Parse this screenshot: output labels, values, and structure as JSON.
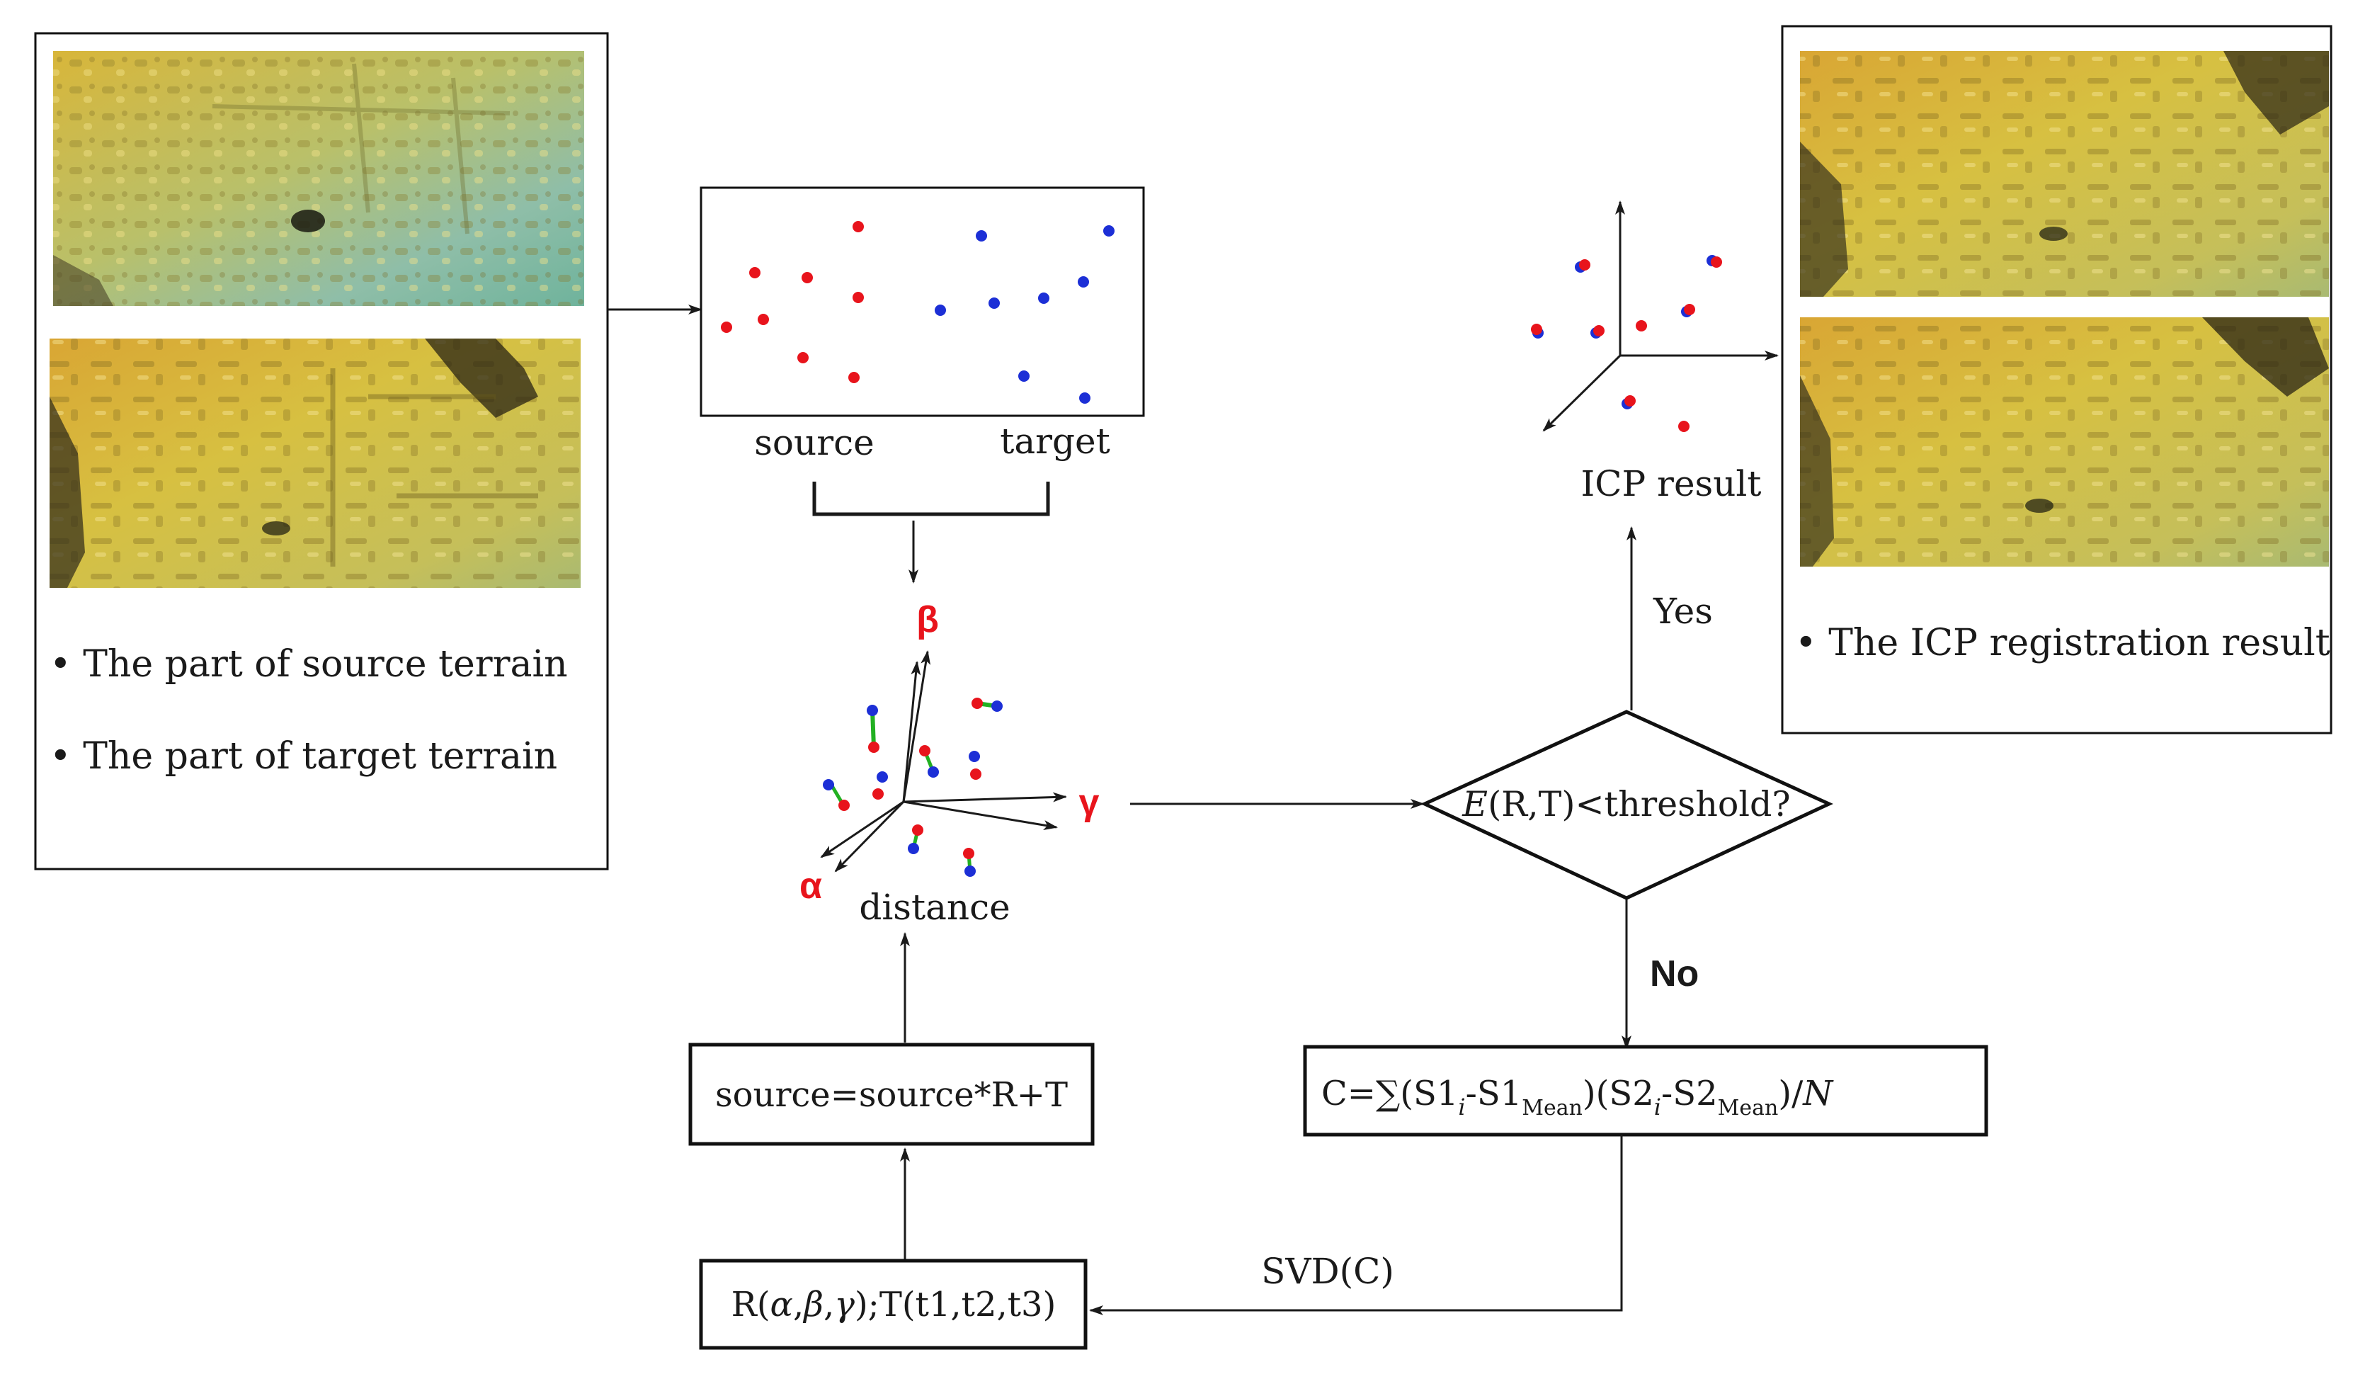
{
  "left_panel": {
    "bullet_source": "• The part of source terrain",
    "bullet_target": "• The part of target terrain"
  },
  "right_panel": {
    "bullet_result": "• The ICP registration result"
  },
  "point_box": {
    "source_label": "source",
    "target_label": "target"
  },
  "distance_plot": {
    "axis_alpha": "α",
    "axis_beta": "β",
    "axis_gamma": "γ",
    "label": "distance"
  },
  "icp_result": {
    "label": "ICP result"
  },
  "decision": {
    "e_symbol": "E",
    "text": "(R,T)<threshold?",
    "yes_label": "Yes",
    "no_label": "No"
  },
  "covariance_box": {
    "prefix": "C=∑(S1",
    "sub_i1": "i",
    "mid1": "-S1",
    "sub_mean1": "Mean",
    "mid2": ")(S2",
    "sub_i2": "i",
    "mid3": "-S2",
    "sub_mean2": "Mean",
    "suffix": ")/",
    "n": "N"
  },
  "svd_label": "SVD(C)",
  "update_box": {
    "text": "source=source*R+T"
  },
  "rt_box": {
    "prefix": "R(",
    "alpha": "α",
    "c1": ",",
    "beta": "β",
    "c2": ",",
    "gamma": "γ",
    "suffix": ");T(t1,t2,t3)"
  },
  "colors": {
    "source_point": "#e8141c",
    "target_point": "#1c2fd6",
    "pair_line": "#22b022",
    "terrain_yellow": "#d4b43a",
    "terrain_teal": "#7fb7a4"
  }
}
